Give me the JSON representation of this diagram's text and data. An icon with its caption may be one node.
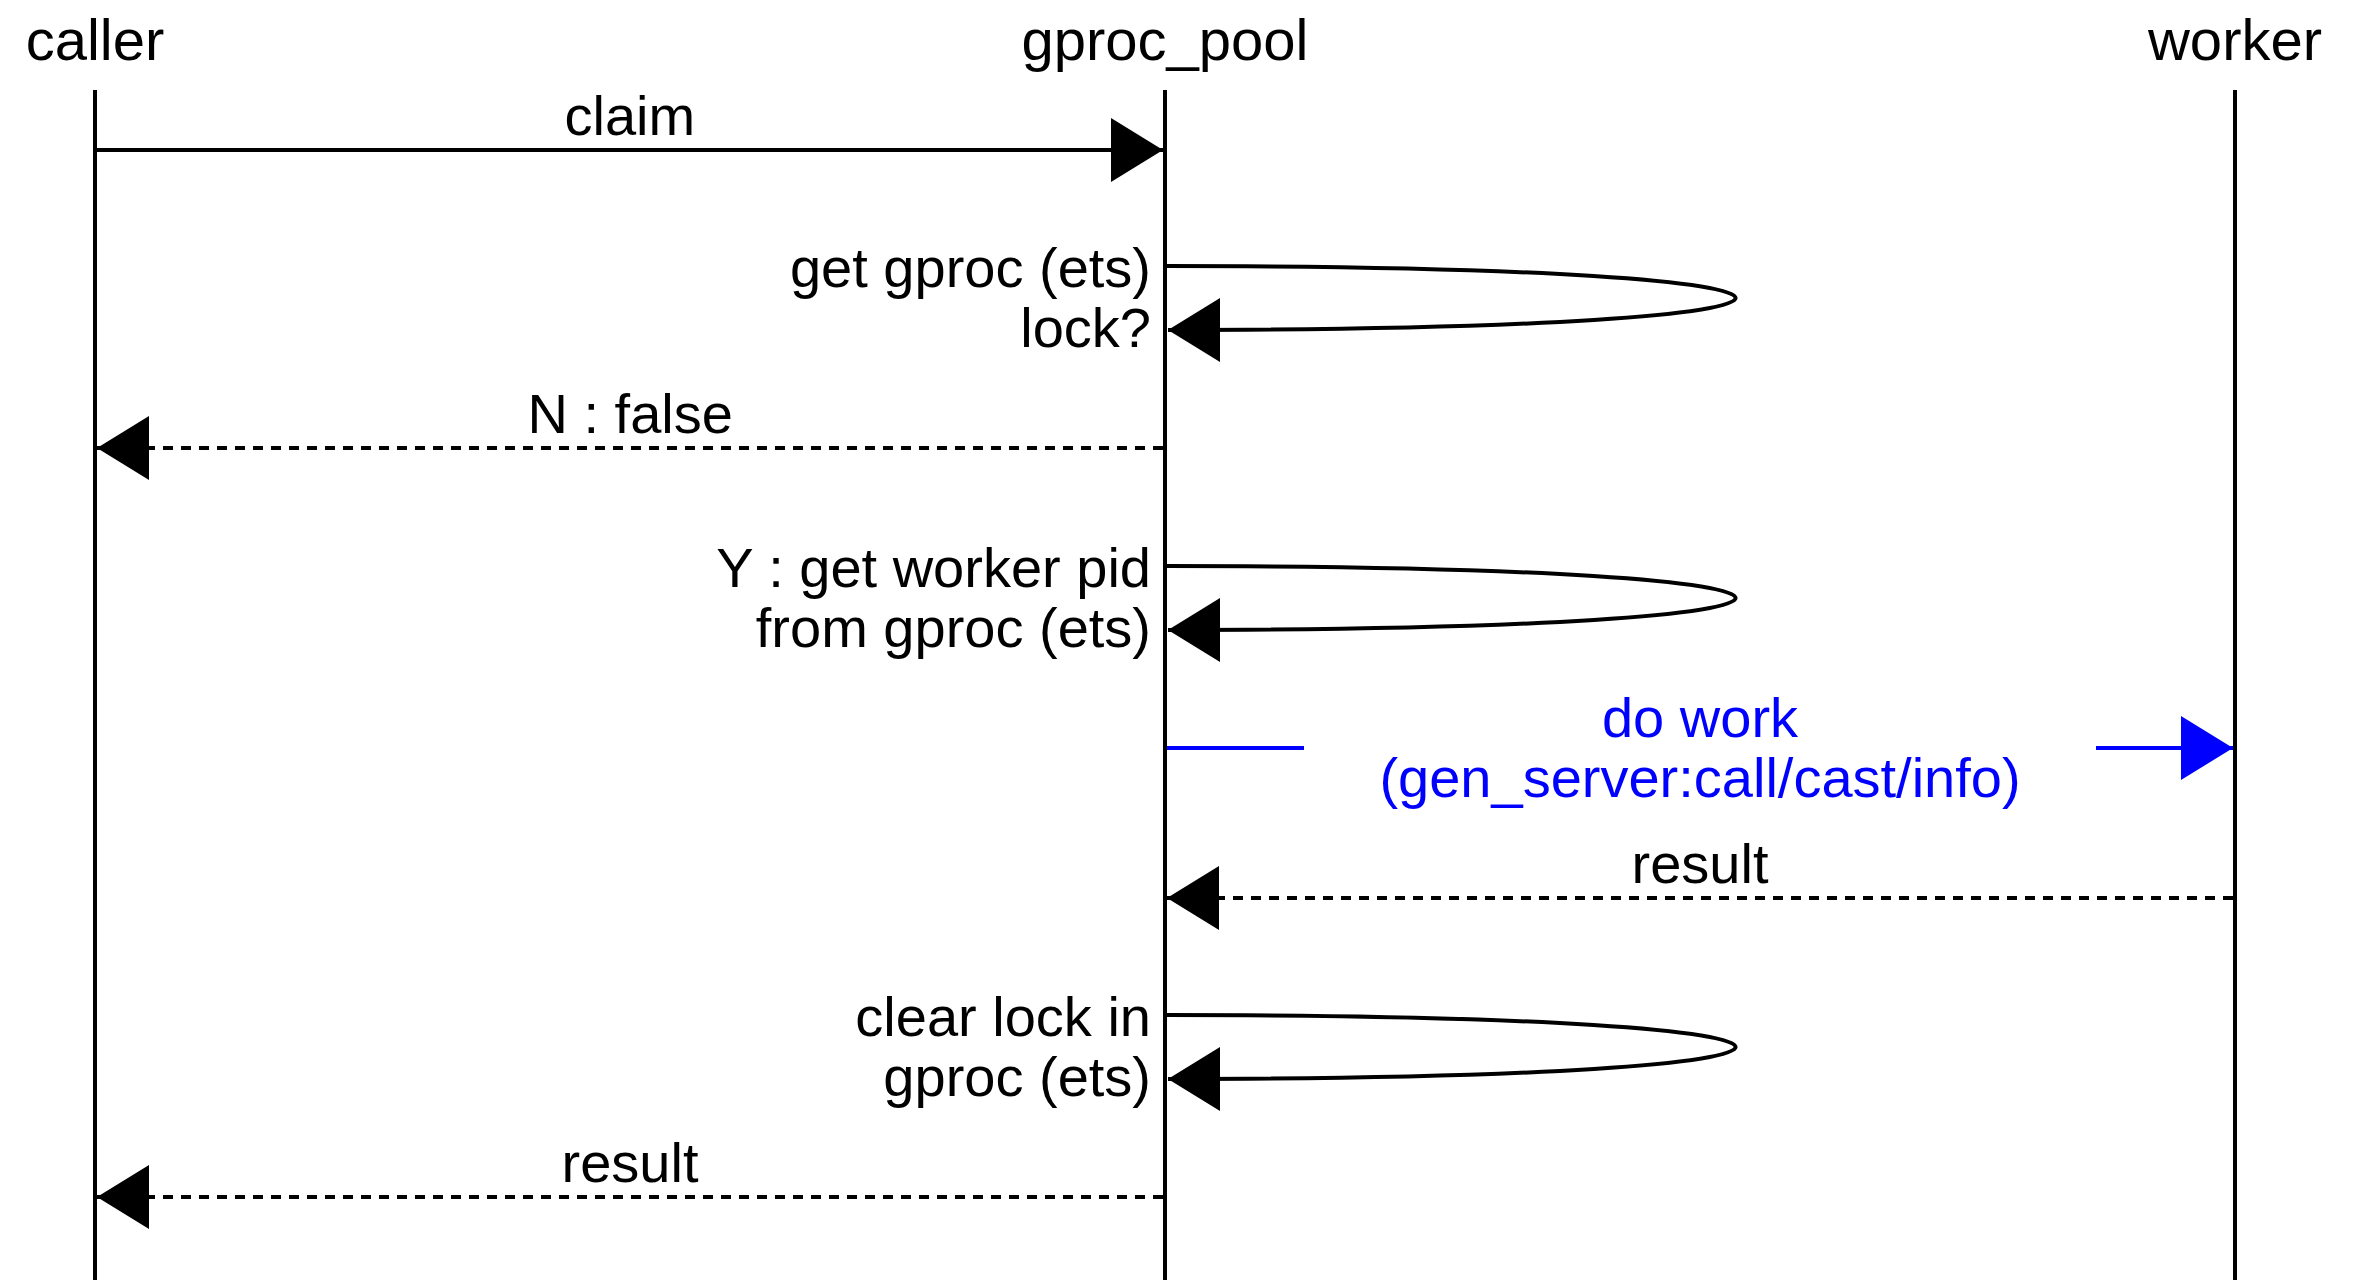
{
  "diagram": {
    "nodes": [
      {
        "text": [
          "caller"
        ]
      },
      {
        "text": [
          "gproc_pool"
        ]
      },
      {
        "text": [
          "worker"
        ]
      }
    ],
    "edges": [
      {
        "from": 0,
        "to": 1,
        "arrow": "to",
        "label": "claim"
      },
      {
        "from": 1,
        "to": 1,
        "arrow": "to",
        "label": "get gproc (ets) lock?"
      },
      {
        "from": 1,
        "to": 0,
        "arrow": "to",
        "label": "N : false",
        "style": "dashed"
      },
      {
        "from": 1,
        "to": 1,
        "arrow": "to",
        "label": "Y : get worker pid from gproc (ets)"
      },
      {
        "from": 1,
        "to": 2,
        "arrow": "to",
        "label": "do work (gen_server:call/cast/info)",
        "color": "#0000ff"
      },
      {
        "from": 2,
        "to": 1,
        "arrow": "to",
        "label": "result",
        "style": "dashed"
      },
      {
        "from": 1,
        "to": 1,
        "arrow": "to",
        "label": "clear lock in gproc (ets)"
      },
      {
        "from": 1,
        "to": 0,
        "arrow": "to",
        "label": "result",
        "style": "dashed"
      }
    ]
  }
}
